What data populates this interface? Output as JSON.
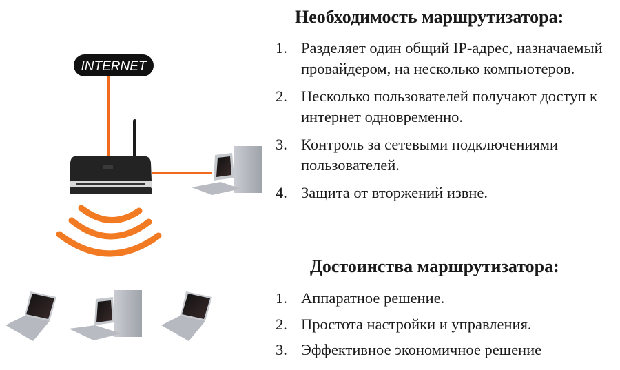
{
  "diagram": {
    "internet_label": "INTERNET",
    "cable_color": "#f26a1b",
    "wave_color": "#f27a23"
  },
  "need": {
    "title": "Необходимость маршрутизатора:",
    "items": [
      {
        "num": "1.",
        "text": "Разделяет один общий IP-адрес, назначаемый провайдером, на несколько компьютеров."
      },
      {
        "num": "2.",
        "text": "Несколько пользователей получают доступ к интернет одновременно."
      },
      {
        "num": "3.",
        "text": "Контроль за сетевыми подключениями пользователей."
      },
      {
        "num": "4.",
        "text": "Защита от вторжений извне."
      }
    ]
  },
  "advantages": {
    "title": "Достоинства маршрутизатора:",
    "items": [
      {
        "num": "1.",
        "text": "Аппаратное решение."
      },
      {
        "num": "2.",
        "text": "Простота настройки и управления."
      },
      {
        "num": "3.",
        "text": "Эффективное экономичное решение"
      }
    ]
  }
}
